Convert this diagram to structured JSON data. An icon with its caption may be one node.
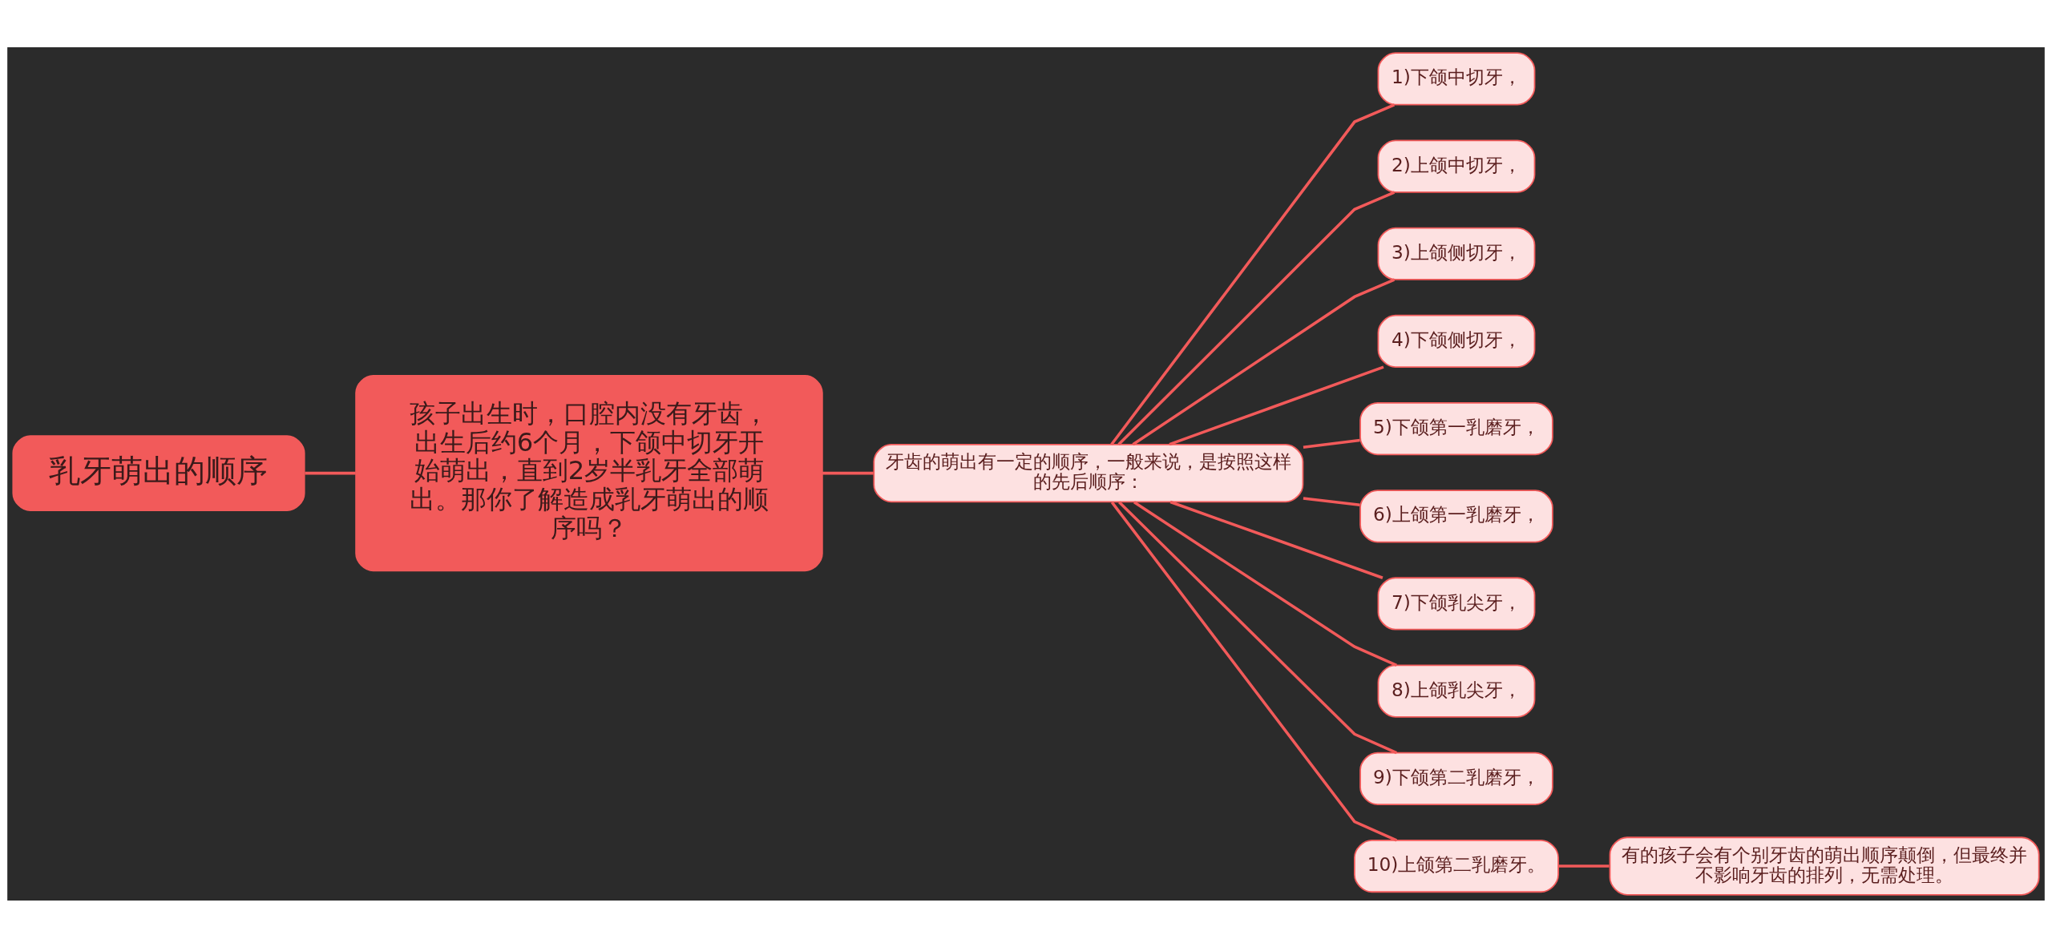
{
  "diagram": {
    "nodes": [
      {
        "text": [
          "乳牙萌出的顺序"
        ]
      },
      {
        "text": [
          "孩子出生时，口腔内没有牙齿，出生后约6个月，下颌中切牙开始萌出，直到2岁半乳牙全部萌出。那你了解造成乳牙萌出的顺序吗？"
        ]
      },
      {
        "text": [
          "牙齿的萌出有一定的顺序，一般来说，是按照这样的先后顺序："
        ]
      },
      {
        "text": [
          "1)下颌中切牙，"
        ]
      },
      {
        "text": [
          "2)上颌中切牙，"
        ]
      },
      {
        "text": [
          "3)上颌侧切牙，"
        ]
      },
      {
        "text": [
          "4)下颌侧切牙，"
        ]
      },
      {
        "text": [
          "5)下颌第一乳磨牙，"
        ]
      },
      {
        "text": [
          "6)上颌第一乳磨牙，"
        ]
      },
      {
        "text": [
          "7)下颌乳尖牙，"
        ]
      },
      {
        "text": [
          "8)上颌乳尖牙，"
        ]
      },
      {
        "text": [
          "9)下颌第二乳磨牙，"
        ]
      },
      {
        "text": [
          "10)上颌第二乳磨牙。"
        ]
      },
      {
        "text": [
          "有的孩子会有个别牙齿的萌出顺序颠倒，但最终并不影响牙齿的排列，无需处理。"
        ]
      }
    ],
    "edges": [
      {
        "from": 0,
        "to": 1,
        "arrow": "none"
      },
      {
        "from": 1,
        "to": 2,
        "arrow": "none"
      },
      {
        "from": 2,
        "to": 3,
        "arrow": "none"
      },
      {
        "from": 2,
        "to": 4,
        "arrow": "none"
      },
      {
        "from": 2,
        "to": 5,
        "arrow": "none"
      },
      {
        "from": 2,
        "to": 6,
        "arrow": "none"
      },
      {
        "from": 2,
        "to": 7,
        "arrow": "none"
      },
      {
        "from": 2,
        "to": 8,
        "arrow": "none"
      },
      {
        "from": 2,
        "to": 9,
        "arrow": "none"
      },
      {
        "from": 2,
        "to": 10,
        "arrow": "none"
      },
      {
        "from": 2,
        "to": 11,
        "arrow": "none"
      },
      {
        "from": 2,
        "to": 12,
        "arrow": "none"
      },
      {
        "from": 12,
        "to": 13,
        "arrow": "none"
      }
    ]
  }
}
